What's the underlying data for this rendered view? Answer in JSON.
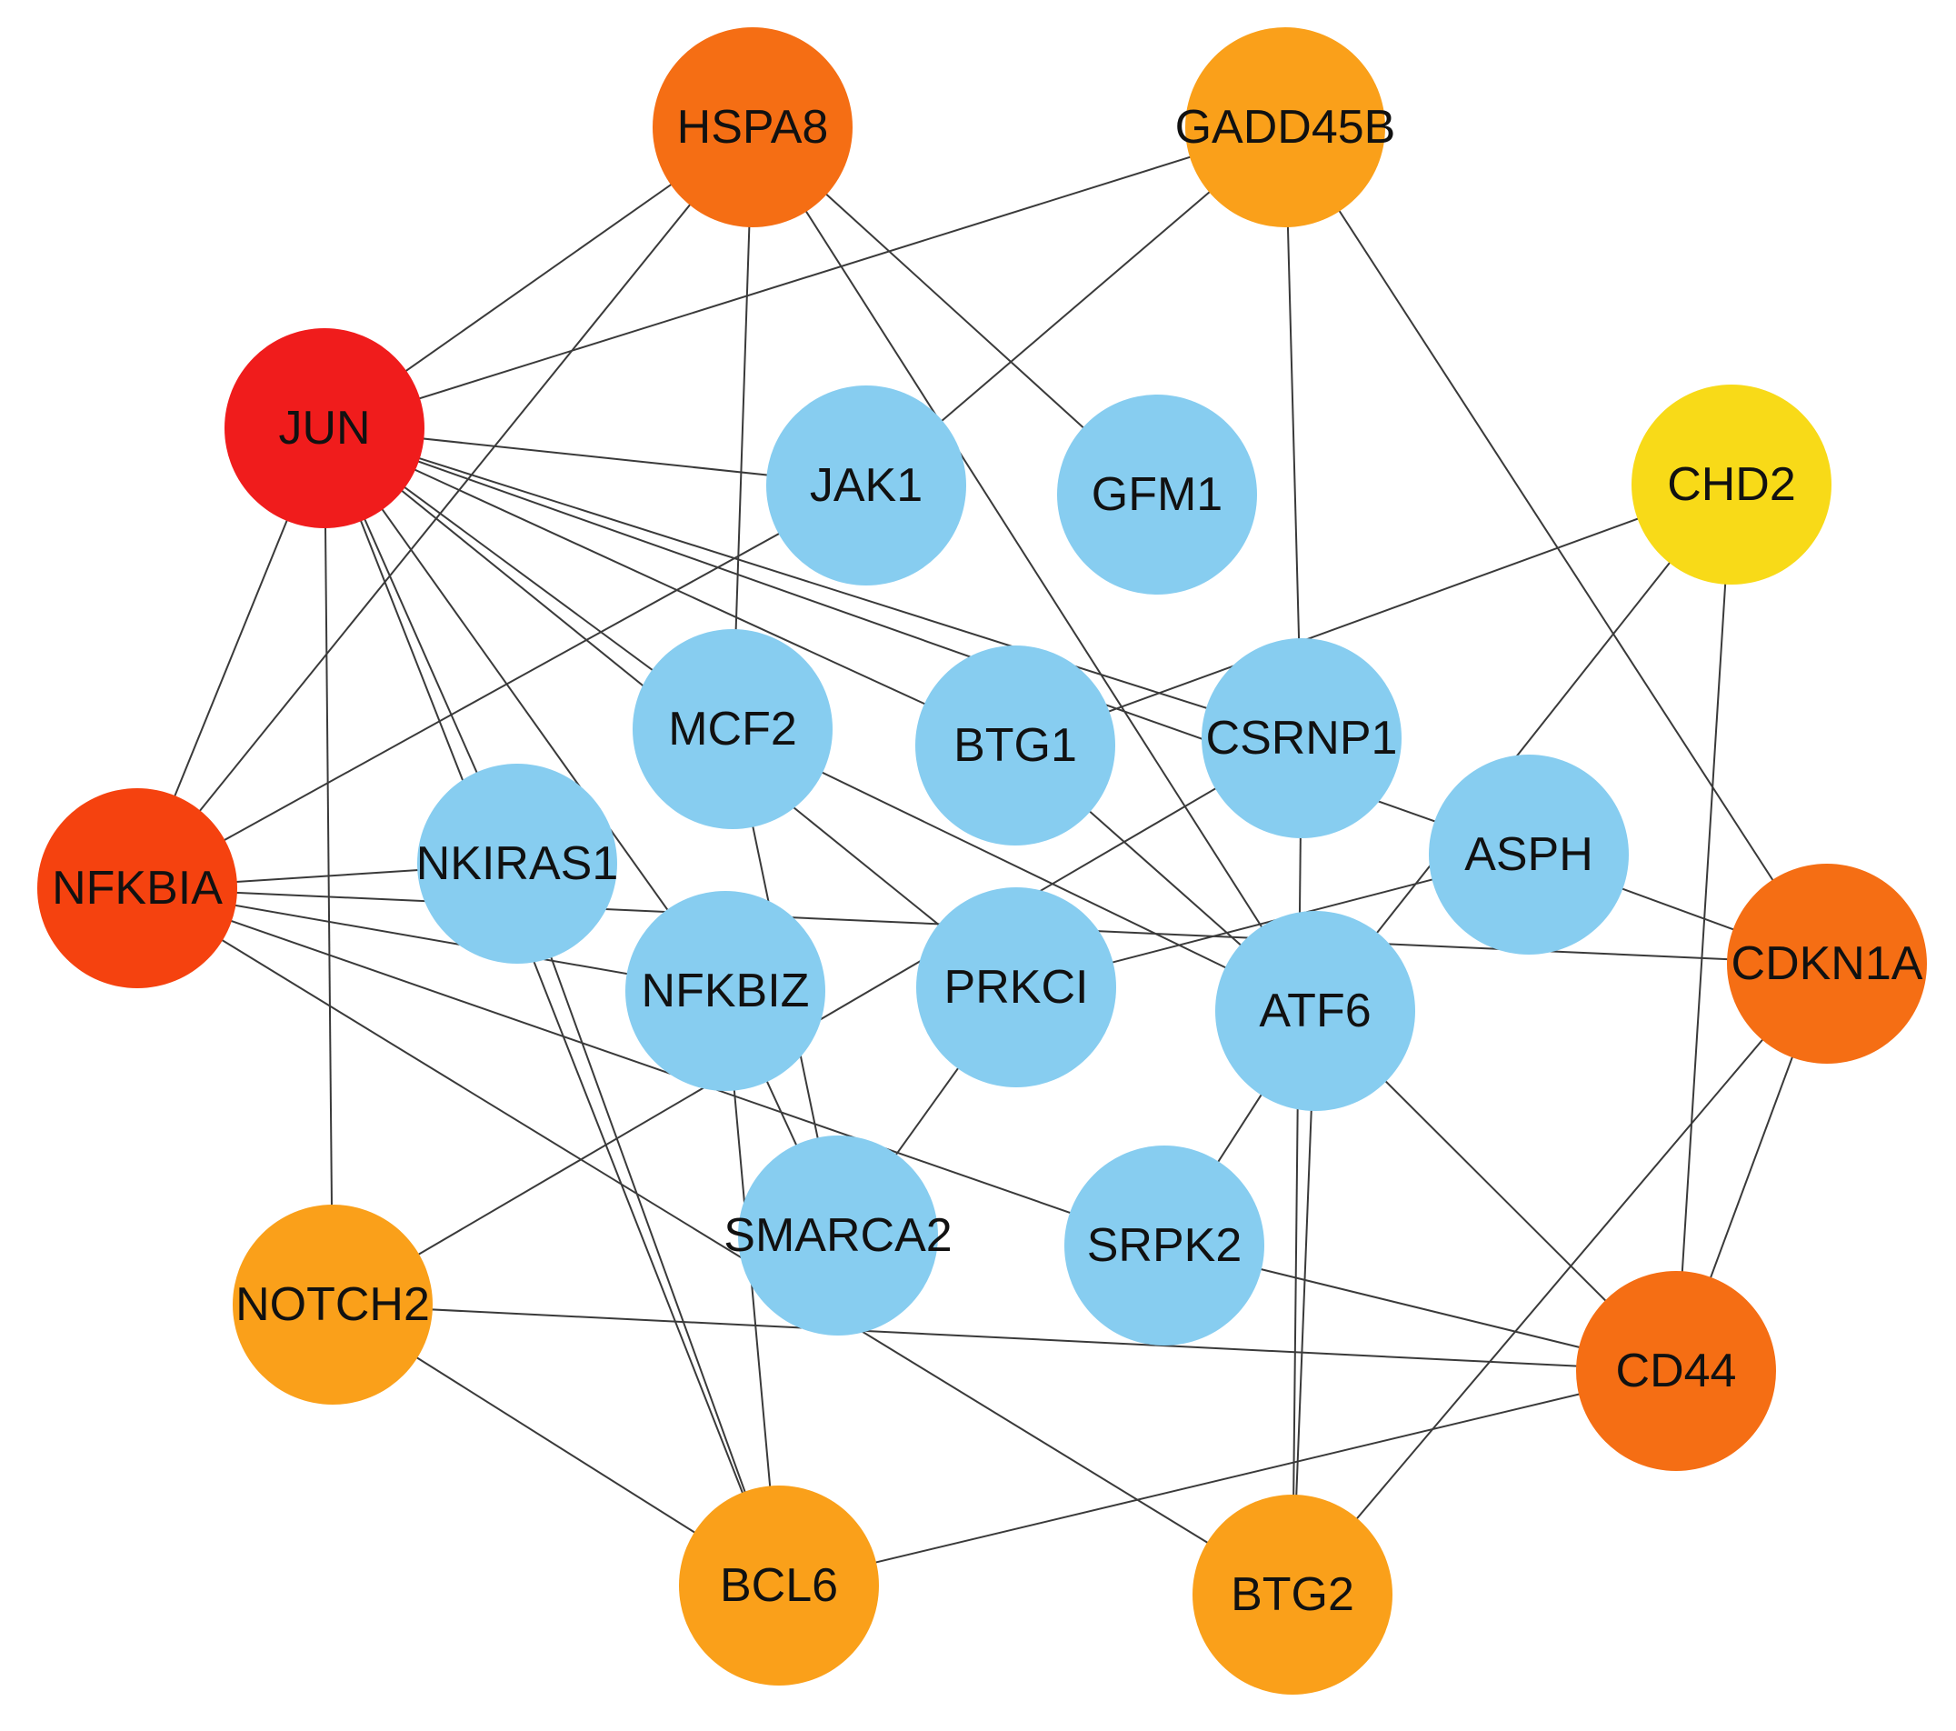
{
  "network": {
    "colors": {
      "edge": "#3a3a3a",
      "label": "#111111",
      "hub_red": "#f01c1c",
      "red_orange": "#f5420f",
      "dark_orange": "#f56e14",
      "orange": "#faa01a",
      "yellow": "#f8da18",
      "light_blue": "#87cdf0"
    },
    "nodes": [
      {
        "id": "JUN",
        "label": "JUN",
        "color": "#f01c1c"
      },
      {
        "id": "HSPA8",
        "label": "HSPA8",
        "color": "#f56e14"
      },
      {
        "id": "GADD45B",
        "label": "GADD45B",
        "color": "#faa01a"
      },
      {
        "id": "CHD2",
        "label": "CHD2",
        "color": "#f8da18"
      },
      {
        "id": "NFKBIA",
        "label": "NFKBIA",
        "color": "#f5420f"
      },
      {
        "id": "CDKN1A",
        "label": "CDKN1A",
        "color": "#f56e14"
      },
      {
        "id": "CD44",
        "label": "CD44",
        "color": "#f56e14"
      },
      {
        "id": "NOTCH2",
        "label": "NOTCH2",
        "color": "#faa01a"
      },
      {
        "id": "BCL6",
        "label": "BCL6",
        "color": "#faa01a"
      },
      {
        "id": "BTG2",
        "label": "BTG2",
        "color": "#faa01a"
      },
      {
        "id": "JAK1",
        "label": "JAK1",
        "color": "#87cdf0"
      },
      {
        "id": "GFM1",
        "label": "GFM1",
        "color": "#87cdf0"
      },
      {
        "id": "MCF2",
        "label": "MCF2",
        "color": "#87cdf0"
      },
      {
        "id": "BTG1",
        "label": "BTG1",
        "color": "#87cdf0"
      },
      {
        "id": "CSRNP1",
        "label": "CSRNP1",
        "color": "#87cdf0"
      },
      {
        "id": "ASPH",
        "label": "ASPH",
        "color": "#87cdf0"
      },
      {
        "id": "NKIRAS1",
        "label": "NKIRAS1",
        "color": "#87cdf0"
      },
      {
        "id": "NFKBIZ",
        "label": "NFKBIZ",
        "color": "#87cdf0"
      },
      {
        "id": "PRKCI",
        "label": "PRKCI",
        "color": "#87cdf0"
      },
      {
        "id": "ATF6",
        "label": "ATF6",
        "color": "#87cdf0"
      },
      {
        "id": "SMARCA2",
        "label": "SMARCA2",
        "color": "#87cdf0"
      },
      {
        "id": "SRPK2",
        "label": "SRPK2",
        "color": "#87cdf0"
      }
    ],
    "edges": [
      [
        "JUN",
        "HSPA8"
      ],
      [
        "JUN",
        "GADD45B"
      ],
      [
        "JUN",
        "NFKBIA"
      ],
      [
        "JUN",
        "NOTCH2"
      ],
      [
        "JUN",
        "JAK1"
      ],
      [
        "JUN",
        "MCF2"
      ],
      [
        "JUN",
        "BTG1"
      ],
      [
        "JUN",
        "CSRNP1"
      ],
      [
        "JUN",
        "ASPH"
      ],
      [
        "JUN",
        "NKIRAS1"
      ],
      [
        "JUN",
        "NFKBIZ"
      ],
      [
        "JUN",
        "BCL6"
      ],
      [
        "JUN",
        "PRKCI"
      ],
      [
        "HSPA8",
        "NFKBIA"
      ],
      [
        "HSPA8",
        "MCF2"
      ],
      [
        "HSPA8",
        "GFM1"
      ],
      [
        "HSPA8",
        "ATF6"
      ],
      [
        "GADD45B",
        "JAK1"
      ],
      [
        "GADD45B",
        "CSRNP1"
      ],
      [
        "GADD45B",
        "CDKN1A"
      ],
      [
        "CHD2",
        "BTG1"
      ],
      [
        "CHD2",
        "ATF6"
      ],
      [
        "CHD2",
        "CD44"
      ],
      [
        "NFKBIA",
        "JAK1"
      ],
      [
        "NFKBIA",
        "NKIRAS1"
      ],
      [
        "NFKBIA",
        "NFKBIZ"
      ],
      [
        "NFKBIA",
        "CDKN1A"
      ],
      [
        "NFKBIA",
        "SRPK2"
      ],
      [
        "NFKBIA",
        "BTG2"
      ],
      [
        "CDKN1A",
        "ASPH"
      ],
      [
        "CDKN1A",
        "CD44"
      ],
      [
        "CDKN1A",
        "BTG2"
      ],
      [
        "CD44",
        "NOTCH2"
      ],
      [
        "CD44",
        "BCL6"
      ],
      [
        "CD44",
        "SRPK2"
      ],
      [
        "CD44",
        "ATF6"
      ],
      [
        "NOTCH2",
        "BCL6"
      ],
      [
        "NOTCH2",
        "CSRNP1"
      ],
      [
        "BCL6",
        "NKIRAS1"
      ],
      [
        "BCL6",
        "NFKBIZ"
      ],
      [
        "BTG2",
        "CSRNP1"
      ],
      [
        "BTG2",
        "ATF6"
      ],
      [
        "MCF2",
        "ATF6"
      ],
      [
        "MCF2",
        "SMARCA2"
      ],
      [
        "BTG1",
        "ATF6"
      ],
      [
        "NFKBIZ",
        "SMARCA2"
      ],
      [
        "PRKCI",
        "SMARCA2"
      ],
      [
        "ATF6",
        "SRPK2"
      ],
      [
        "PRKCI",
        "ASPH"
      ]
    ]
  }
}
